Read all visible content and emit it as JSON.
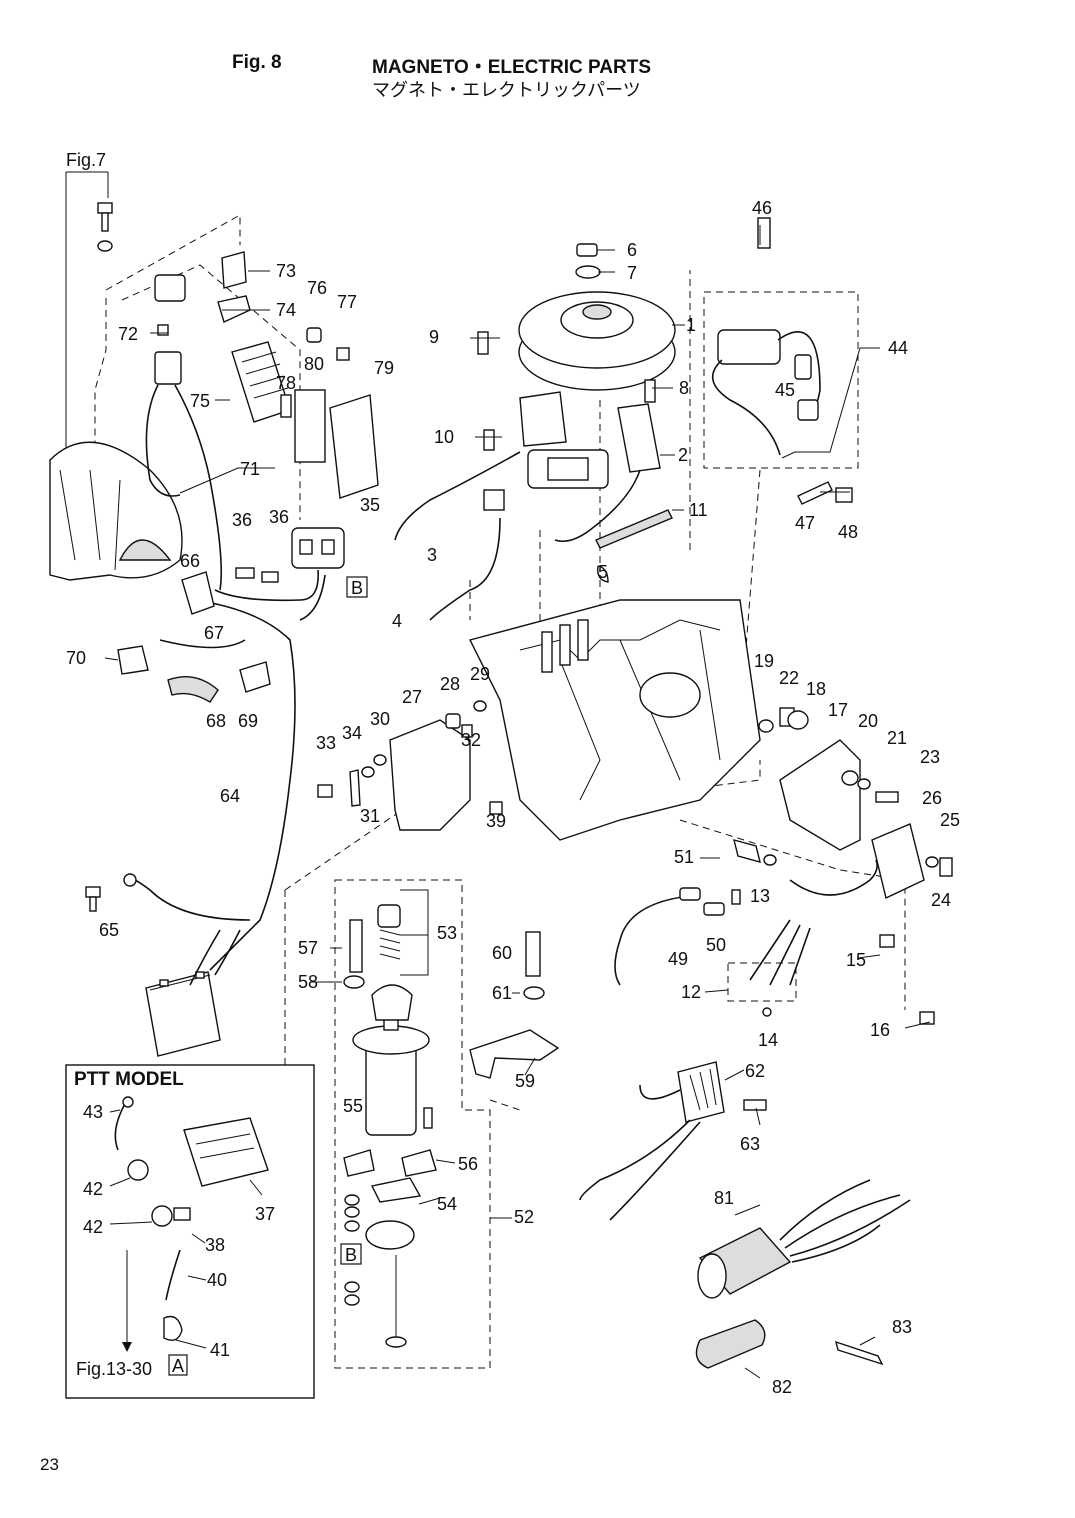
{
  "header": {
    "fig_label": "Fig. 8",
    "title_en": "MAGNETO・ELECTRIC PARTS",
    "title_jp": "マグネト・エレクトリックパーツ"
  },
  "page_number": "23",
  "refs": {
    "fig7": "Fig.7",
    "fig13_30": "Fig.13-30",
    "ptt_model": "PTT MODEL",
    "box_a": "A",
    "box_b": "B"
  },
  "callouts": [
    "1",
    "2",
    "3",
    "4",
    "5",
    "6",
    "7",
    "8",
    "9",
    "10",
    "11",
    "12",
    "13",
    "14",
    "15",
    "16",
    "17",
    "18",
    "19",
    "20",
    "21",
    "22",
    "23",
    "24",
    "25",
    "26",
    "27",
    "28",
    "29",
    "30",
    "31",
    "32",
    "33",
    "34",
    "35",
    "36",
    "36",
    "37",
    "38",
    "39",
    "40",
    "41",
    "42",
    "42",
    "43",
    "44",
    "45",
    "46",
    "47",
    "48",
    "49",
    "50",
    "51",
    "52",
    "53",
    "54",
    "55",
    "56",
    "57",
    "58",
    "59",
    "60",
    "61",
    "62",
    "63",
    "64",
    "65",
    "66",
    "67",
    "68",
    "69",
    "70",
    "71",
    "72",
    "73",
    "74",
    "75",
    "76",
    "77",
    "78",
    "79",
    "80",
    "81",
    "82",
    "83"
  ],
  "icons": [
    "bolt-icon",
    "washer-icon",
    "flywheel-icon",
    "ignition-coil-icon",
    "battery-icon",
    "starter-motor-icon",
    "rectifier-icon",
    "relay-icon",
    "wire-harness-icon"
  ]
}
